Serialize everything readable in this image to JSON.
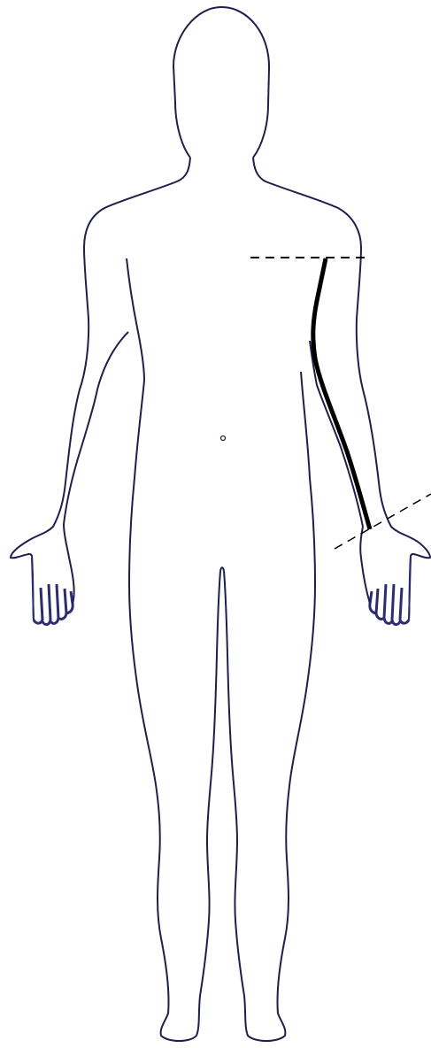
{
  "figure": {
    "subject": "human-body-front-outline",
    "colors": {
      "background": "#ffffff",
      "outline": "#1f1f4d",
      "hand_fill": "#2c2c6e",
      "measure_line": "#000000",
      "guide_line": "#000000"
    },
    "markers": [
      {
        "name": "body-outline",
        "kind": "outline"
      },
      {
        "name": "arm-length-measure-line",
        "kind": "thick-line"
      },
      {
        "name": "shoulder-reference-dashed-line",
        "kind": "dashed-line"
      },
      {
        "name": "wrist-reference-dashed-line",
        "kind": "dashed-line"
      },
      {
        "name": "navel-dot",
        "kind": "dot"
      }
    ]
  }
}
